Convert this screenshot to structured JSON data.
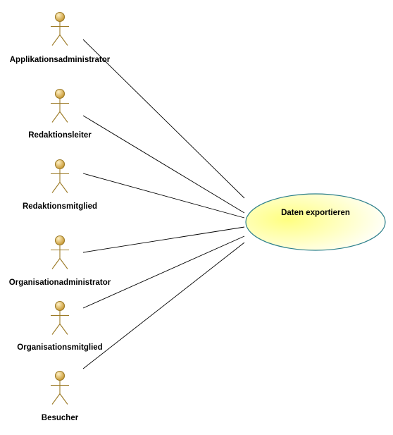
{
  "diagram": {
    "use_case": {
      "label": "Daten exportieren"
    },
    "actors": [
      {
        "id": "applikationsadministrator",
        "label": "Applikationsadministrator"
      },
      {
        "id": "redaktionsleiter",
        "label": "Redaktionsleiter"
      },
      {
        "id": "redaktionsmitglied",
        "label": "Redaktionsmitglied"
      },
      {
        "id": "organisationadministrator",
        "label": "Organisationadministrator"
      },
      {
        "id": "organisationsmitglied",
        "label": "Organisationsmitglied"
      },
      {
        "id": "besucher",
        "label": "Besucher"
      }
    ],
    "colors": {
      "actor_fill": "#e8c45f",
      "actor_head_highlight": "#fff1c4",
      "actor_stroke": "#9c7a26",
      "usecase_fill_center": "#ffff80",
      "usecase_fill_edge": "#ffffff",
      "usecase_stroke": "#2b7f8a",
      "line": "#000000"
    }
  }
}
